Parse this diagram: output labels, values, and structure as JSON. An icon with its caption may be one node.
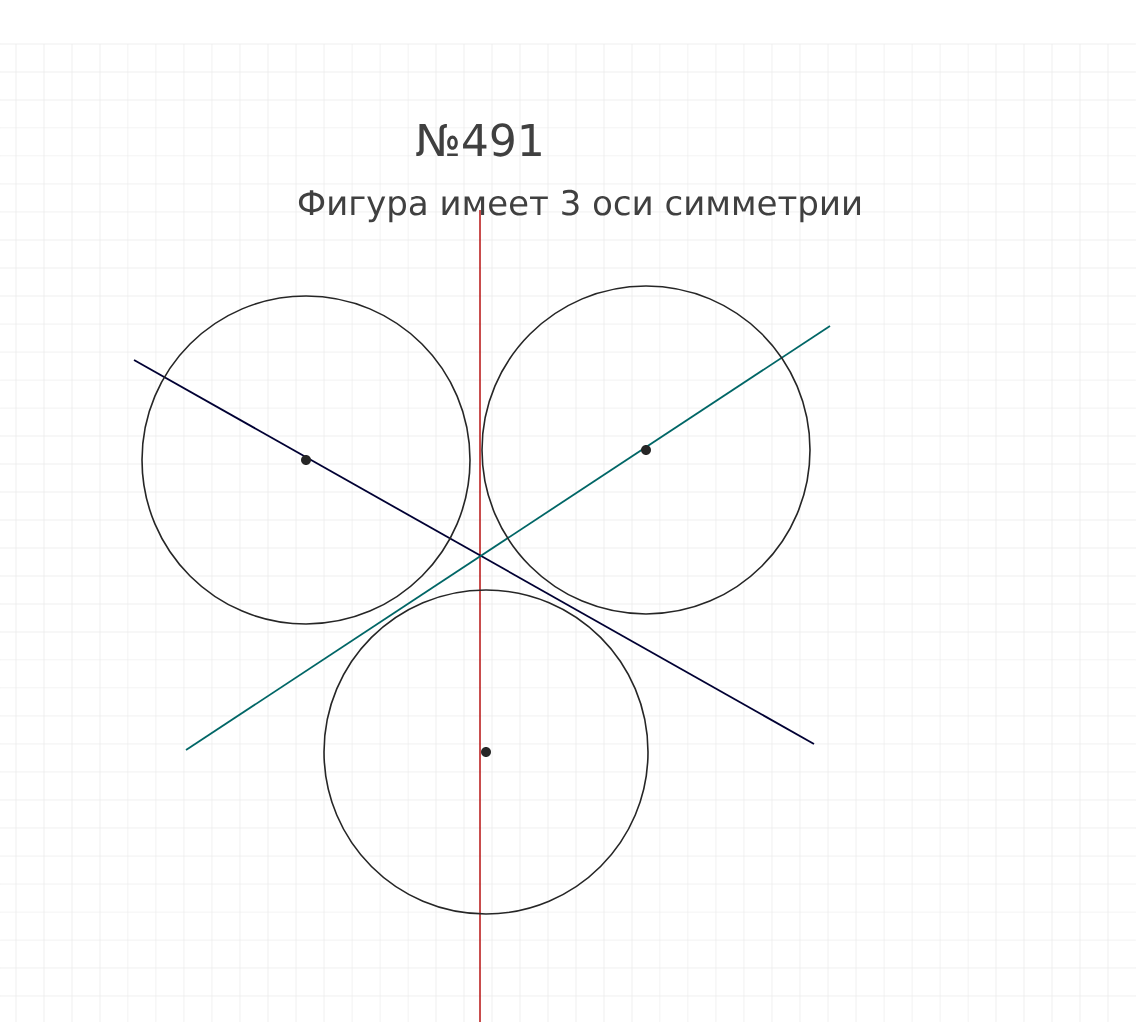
{
  "diagram": {
    "title": "№491",
    "nodes": [
      {
        "text": [],
        "shape": "circle"
      },
      {
        "text": [],
        "shape": "circle"
      },
      {
        "text": [],
        "shape": "circle"
      }
    ],
    "labels": [
      "Фигура имеет 3 оси симметрии"
    ]
  }
}
